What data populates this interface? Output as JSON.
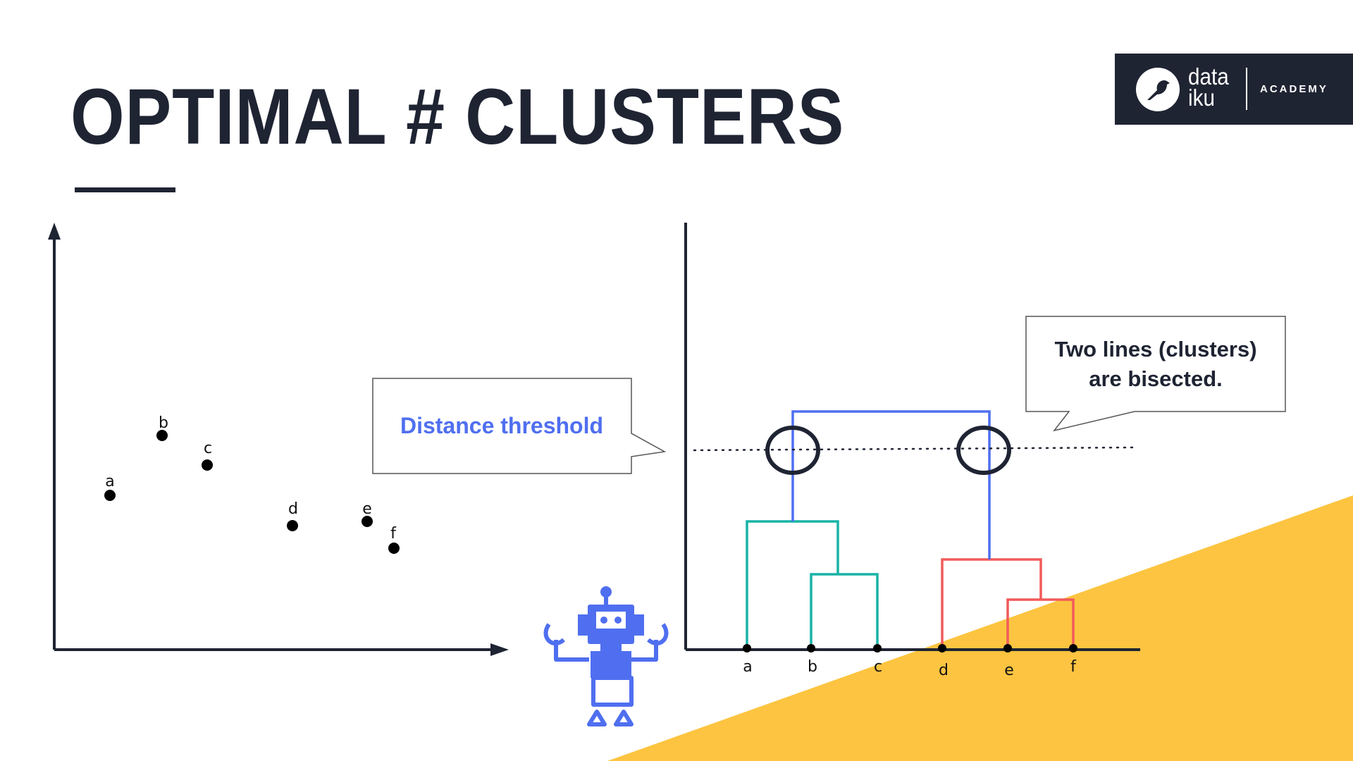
{
  "slide": {
    "title": "OPTIMAL # CLUSTERS"
  },
  "logo": {
    "word_line1": "data",
    "word_line2": "iku",
    "academy": "ACADEMY",
    "icon": "bird-icon"
  },
  "scatter_points": [
    {
      "label": "a"
    },
    {
      "label": "b"
    },
    {
      "label": "c"
    },
    {
      "label": "d"
    },
    {
      "label": "e"
    },
    {
      "label": "f"
    }
  ],
  "dendrogram_leaves": [
    {
      "label": "a"
    },
    {
      "label": "b"
    },
    {
      "label": "c"
    },
    {
      "label": "d"
    },
    {
      "label": "e"
    },
    {
      "label": "f"
    }
  ],
  "callouts": {
    "threshold_label": "Distance threshold",
    "bisect_line1": "Two lines (clusters)",
    "bisect_line2": "are bisected."
  },
  "colors": {
    "dark": "#1f2433",
    "blue": "#4f6ff0",
    "teal": "#18b3a6",
    "red": "#f25a5a",
    "yellow": "#fcc440"
  },
  "icons": {
    "robot": "robot-icon",
    "threshold": "dotted-threshold-line"
  }
}
